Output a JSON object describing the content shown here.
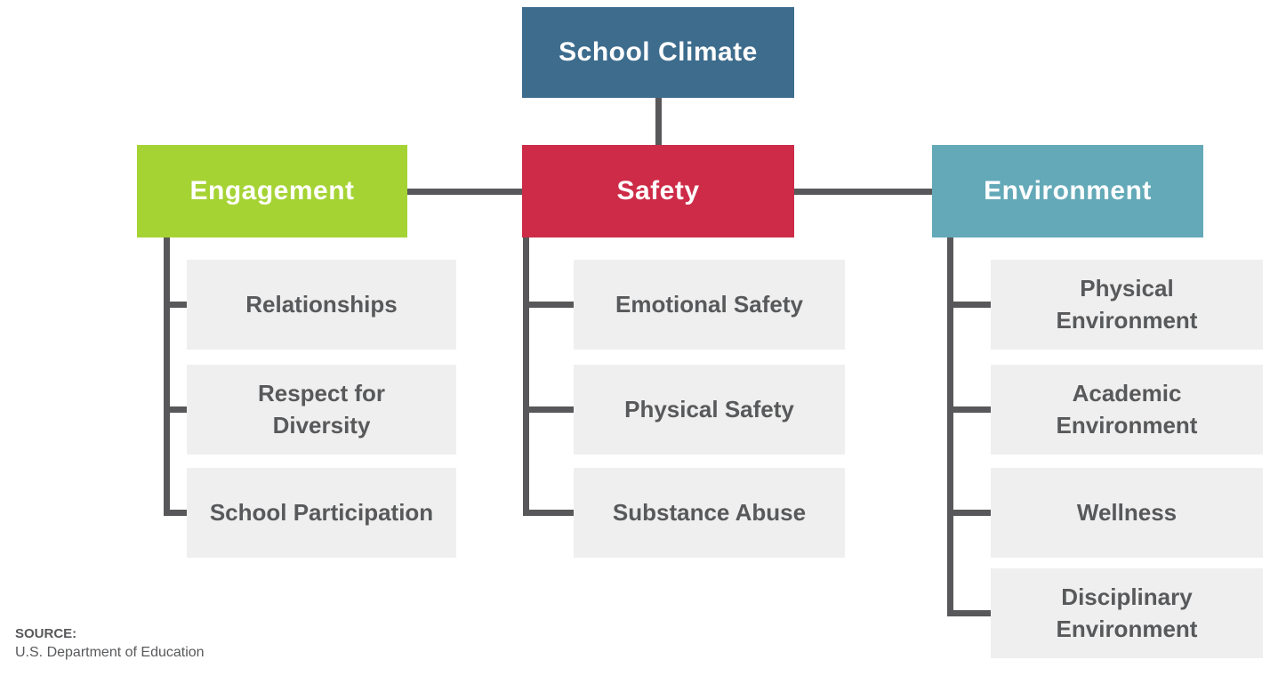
{
  "title": {
    "label": "School Climate",
    "color": "#3d6c8d"
  },
  "branches": [
    {
      "id": "engagement",
      "label": "Engagement",
      "color": "#a5d334",
      "children": [
        "Relationships",
        "Respect for Diversity",
        "School Participation"
      ]
    },
    {
      "id": "safety",
      "label": "Safety",
      "color": "#cd2b47",
      "children": [
        "Emotional Safety",
        "Physical Safety",
        "Substance Abuse"
      ]
    },
    {
      "id": "environment",
      "label": "Environment",
      "color": "#63a9b8",
      "children": [
        "Physical Environment",
        "Academic Environment",
        "Wellness",
        "Disciplinary Environment"
      ]
    }
  ],
  "source": {
    "label": "SOURCE:",
    "text": "U.S. Department of Education"
  },
  "colors": {
    "child_bg": "#efefef",
    "child_text": "#58595b",
    "connector": "#58585a",
    "source_text": "#58595b"
  }
}
